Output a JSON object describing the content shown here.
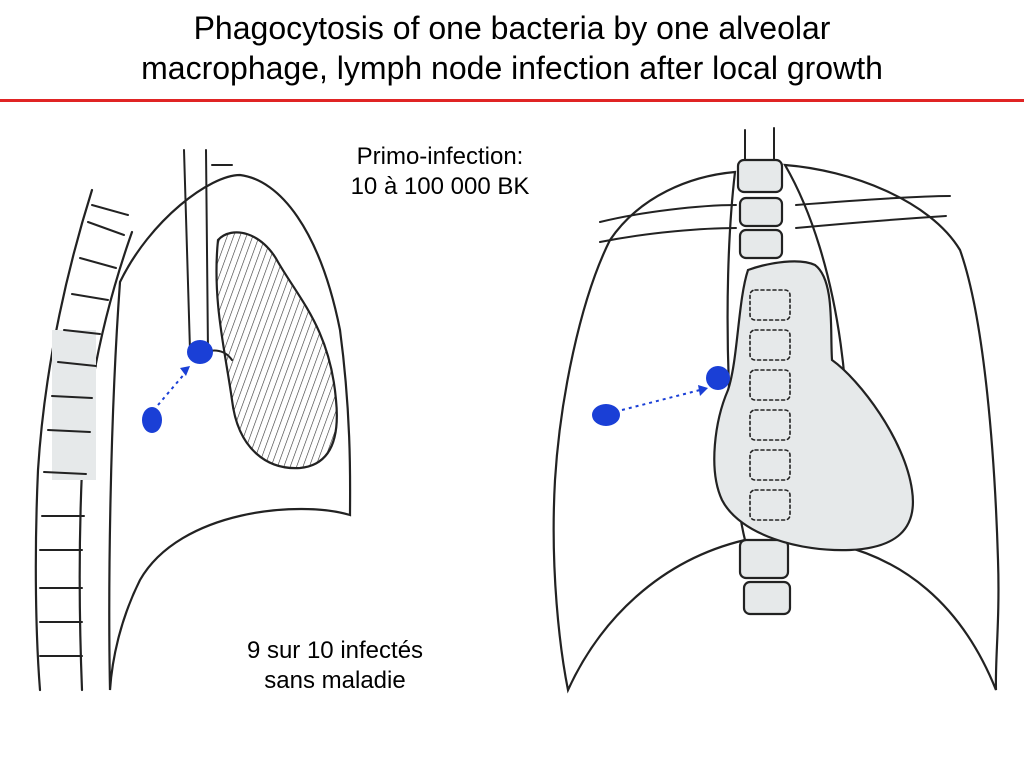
{
  "title": {
    "line1": "Phagocytosis of one bacteria by one alveolar",
    "line2": "macrophage, lymph node infection after local growth"
  },
  "captions": {
    "primo_line1": "Primo-infection:",
    "primo_line2": "10 à 100 000 BK",
    "outcome_line1": "9 sur 10 infectés",
    "outcome_line2": "sans maladie"
  },
  "colors": {
    "title_rule": "#e02424",
    "bacteria": "#1a3fd6",
    "shading": "#e6e9ea",
    "ink": "#222222"
  }
}
